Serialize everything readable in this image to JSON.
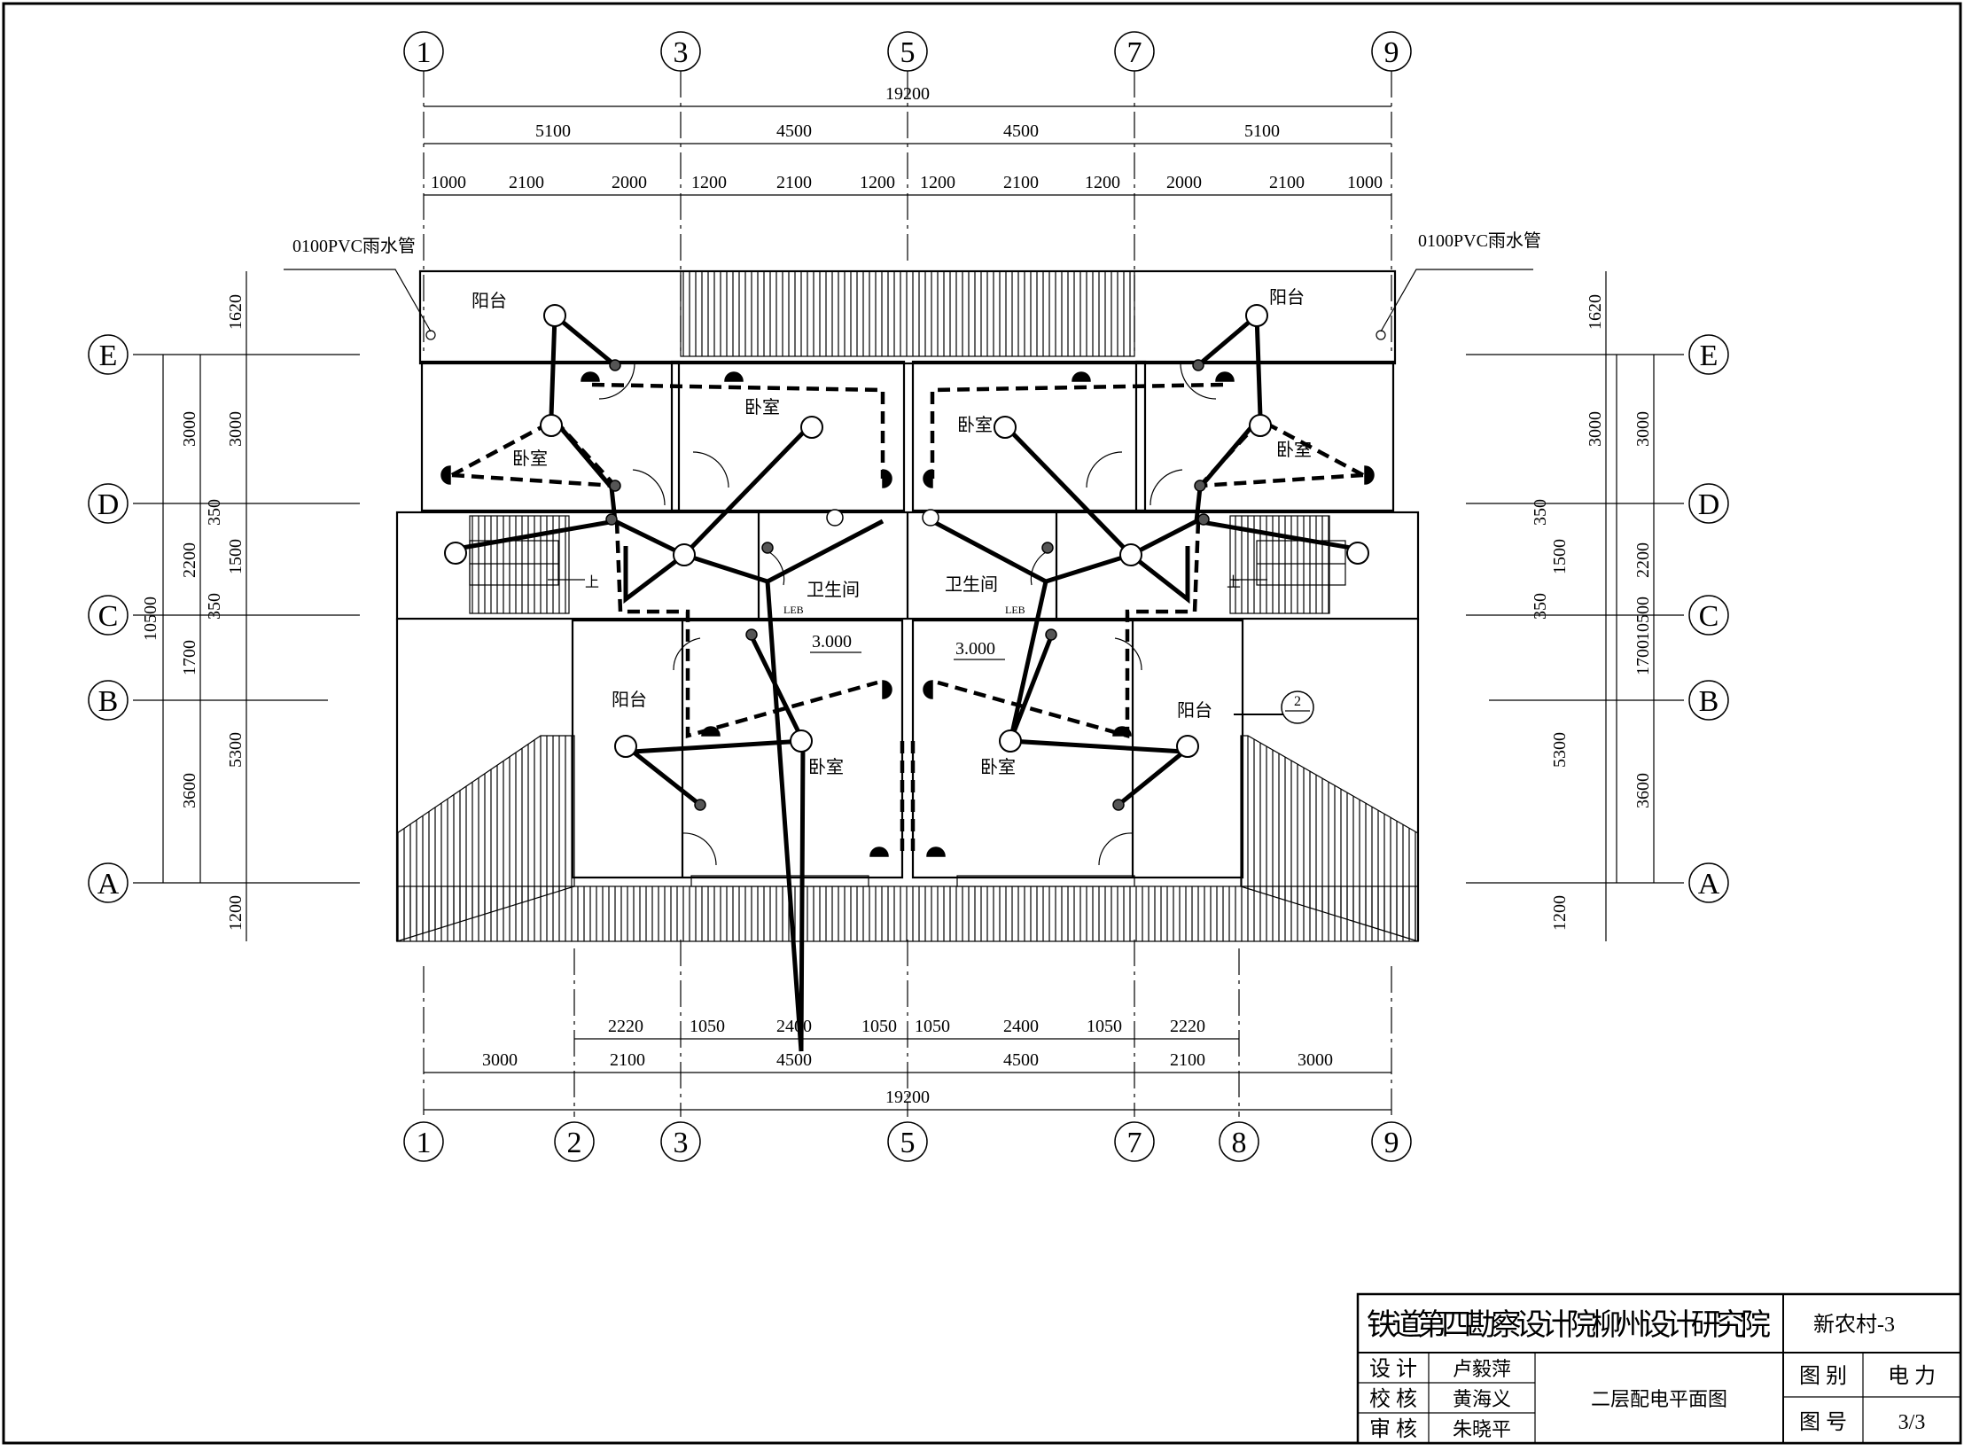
{
  "axes_top": [
    "1",
    "3",
    "5",
    "7",
    "9"
  ],
  "axes_bottom": [
    "1",
    "2",
    "3",
    "5",
    "7",
    "8",
    "9"
  ],
  "axes_rows": [
    "E",
    "D",
    "C",
    "B",
    "A"
  ],
  "dims": {
    "top_total": "19200",
    "top_mid": [
      "5100",
      "4500",
      "4500",
      "5100"
    ],
    "top_fine": [
      "1000",
      "2100",
      "2000",
      "1200",
      "2100",
      "1200",
      "1200",
      "2100",
      "1200",
      "2000",
      "2100",
      "1000"
    ],
    "bot_fine": [
      "2220",
      "1050",
      "2400",
      "1050",
      "1050",
      "2400",
      "1050",
      "2220"
    ],
    "bot_mid": [
      "3000",
      "2100",
      "4500",
      "4500",
      "2100",
      "3000"
    ],
    "bot_total": "19200",
    "left_a": [
      "3000",
      "2200",
      "1700",
      "3600"
    ],
    "left_b": [
      "1620",
      "3000",
      "350",
      "1500",
      "350",
      "5300",
      "1200"
    ],
    "left_total": "10500",
    "right_a": [
      "3000",
      "2200",
      "1700",
      "3600"
    ],
    "right_b": [
      "1620",
      "3000",
      "350",
      "1500",
      "350",
      "5300",
      "1200"
    ],
    "right_total": "10500"
  },
  "labels": {
    "pipe_left": "0100PVC雨水管",
    "pipe_right": "0100PVC雨水管",
    "balcony": "阳台",
    "bedroom": "卧室",
    "toilet": "卫生间",
    "level_left": "3.000",
    "level_right": "3.000",
    "section_mark": "2",
    "leb": "LEB",
    "stair_up": "上"
  },
  "title_block": {
    "institute": "铁道第四勘察设计院柳州设计研究院",
    "project": "新农村-3",
    "row1_label": "设 计",
    "row1_name": "卢毅萍",
    "row2_label": "校 核",
    "row2_name": "黄海义",
    "row3_label": "审 核",
    "row3_name": "朱晓平",
    "drawing_title": "二层配电平面图",
    "category_label": "图 别",
    "category_value": "电 力",
    "number_label": "图 号",
    "number_value": "3/3"
  }
}
